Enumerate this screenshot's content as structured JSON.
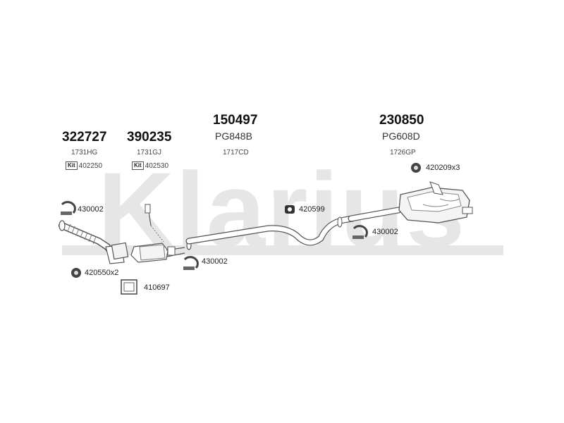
{
  "watermark": "Klarius",
  "groups": {
    "g1": {
      "part": "322727",
      "sub": "1731HG",
      "kit_badge": "Kit",
      "kit": "402250"
    },
    "g2": {
      "part": "390235",
      "sub": "1731GJ",
      "kit_badge": "Kit",
      "kit": "402530"
    },
    "g3": {
      "part": "150497",
      "oem": "PG848B",
      "sub": "1717CD"
    },
    "g4": {
      "part": "230850",
      "oem": "PG608D",
      "sub": "1726GP"
    }
  },
  "callouts": {
    "c1": "430002",
    "c2": "420550x2",
    "c3": "410697",
    "c4": "430002",
    "c5": "420599",
    "c6": "430002",
    "c7": "420209x3"
  }
}
